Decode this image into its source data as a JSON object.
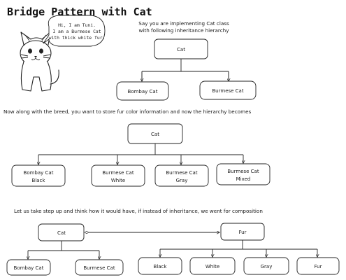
{
  "title": "Bridge Pattern with Cat",
  "speech_bubble": {
    "lines": [
      "Hi, I am Tuni.",
      "I am a Burmese Cat",
      "with thick white fur."
    ]
  },
  "section1": {
    "caption_lines": [
      "Say you are implementing Cat class",
      "with following inheritance hierarchy"
    ],
    "parent": "Cat",
    "children": [
      "Bombay Cat",
      "Burmese Cat"
    ]
  },
  "section2": {
    "caption": "Now along with the breed, you want to store fur color information and now the hierarchy becomes",
    "parent": "Cat",
    "children": [
      {
        "line1": "Bombay Cat",
        "line2": "Black"
      },
      {
        "line1": "Burmese Cat",
        "line2": "White"
      },
      {
        "line1": "Burmese Cat",
        "line2": "Gray"
      },
      {
        "line1": "Burmese Cat",
        "line2": "Mixed"
      }
    ]
  },
  "section3": {
    "caption": "Let us take step up and think how it would have, if instead of inheritance, we went for composition",
    "cat_parent": "Cat",
    "cat_children": [
      "Bombay Cat",
      "Burmese Cat"
    ],
    "fur_parent": "Fur",
    "fur_children": [
      "Black",
      "White",
      "Gray",
      "Fur"
    ]
  }
}
